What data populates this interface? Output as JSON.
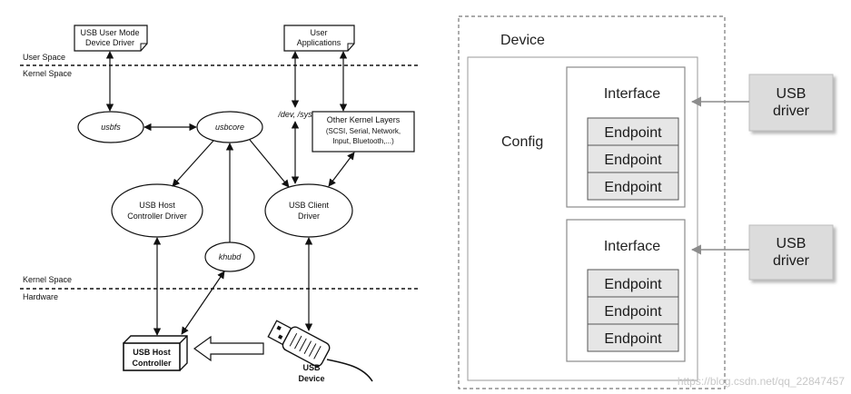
{
  "left_diagram": {
    "boundaries": {
      "user_space": "User Space",
      "kernel_space_top": "Kernel Space",
      "kernel_space_bottom": "Kernel Space",
      "hardware": "Hardware"
    },
    "nodes": {
      "usb_user_mode_driver": [
        "USB User Mode",
        "Device Driver"
      ],
      "user_applications": [
        "User",
        "Applications"
      ],
      "usbfs": "usbfs",
      "usbcore": "usbcore",
      "dev_sys": "/dev, /sys",
      "other_kernel_layers": [
        "Other Kernel Layers",
        "(SCSI, Serial, Network,",
        "Input, Bluetooth,...)"
      ],
      "usb_host_controller_driver": [
        "USB Host",
        "Controller Driver"
      ],
      "usb_client_driver": [
        "USB Client",
        "Driver"
      ],
      "khubd": "khubd",
      "usb_host_controller": [
        "USB Host",
        "Controller"
      ],
      "usb_device": [
        "USB",
        "Device"
      ]
    }
  },
  "right_diagram": {
    "device": "Device",
    "config": "Config",
    "interfaces": [
      {
        "label": "Interface",
        "endpoints": [
          "Endpoint",
          "Endpoint",
          "Endpoint"
        ]
      },
      {
        "label": "Interface",
        "endpoints": [
          "Endpoint",
          "Endpoint",
          "Endpoint"
        ]
      }
    ],
    "drivers": [
      [
        "USB",
        "driver"
      ],
      [
        "USB",
        "driver"
      ]
    ]
  },
  "watermark": "https://blog.csdn.net/qq_22847457",
  "colors": {
    "line": "#111111",
    "box_border": "#8a8a8a",
    "endpoint_fill": "#e6e6e6",
    "driver_fill": "#dcdcdc",
    "arrow_gray": "#8c8c8c"
  }
}
